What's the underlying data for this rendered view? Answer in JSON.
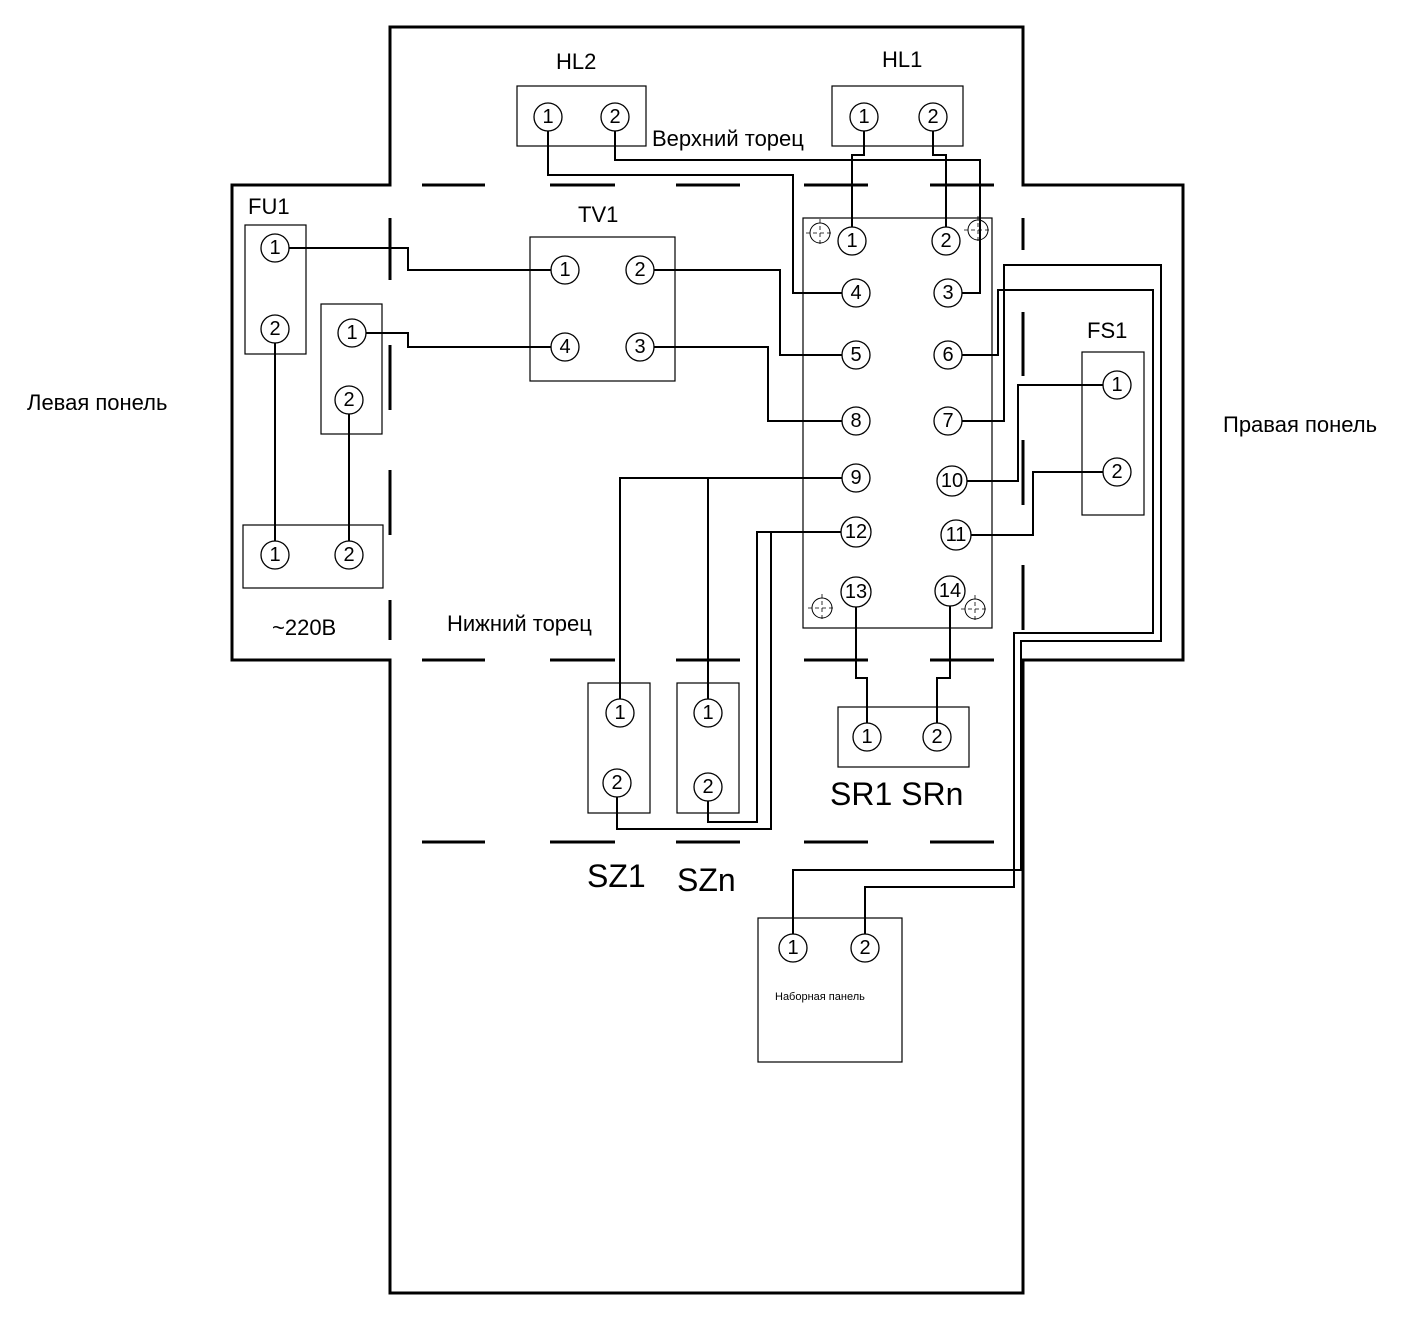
{
  "labels": {
    "left_panel": "Левая понель",
    "right_panel": "Правая понель",
    "top_end": "Верхний торец",
    "bottom_end": "Нижний торец",
    "power": "~220В",
    "dial_panel": "Наборная панель"
  },
  "components": {
    "fu1": "FU1",
    "tv1": "TV1",
    "hl1": "HL1",
    "hl2": "HL2",
    "fs1": "FS1",
    "sz1": "SZ1",
    "szn": "SZn",
    "sr1_srn": "SR1 SRn"
  },
  "terminals": {
    "fu1": [
      "1",
      "2"
    ],
    "fuse_b": [
      "1",
      "2"
    ],
    "mains": [
      "1",
      "2"
    ],
    "tv1": [
      "1",
      "2",
      "4",
      "3"
    ],
    "hl2": [
      "1",
      "2"
    ],
    "hl1": [
      "1",
      "2"
    ],
    "block": [
      "1",
      "2",
      "4",
      "3",
      "5",
      "6",
      "8",
      "7",
      "9",
      "10",
      "12",
      "11",
      "13",
      "14"
    ],
    "fs1": [
      "1",
      "2"
    ],
    "sz1": [
      "1",
      "2"
    ],
    "szn": [
      "1",
      "2"
    ],
    "sr": [
      "1",
      "2"
    ],
    "dial": [
      "1",
      "2"
    ]
  }
}
